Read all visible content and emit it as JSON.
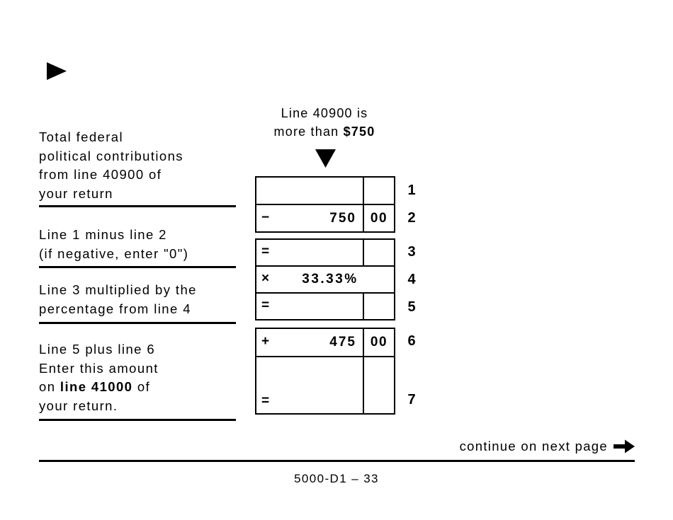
{
  "colors": {
    "ink": "#000000",
    "paper": "#ffffff"
  },
  "header": {
    "condition_line1": "Line 40900 is",
    "condition_line2_regular": "more than ",
    "condition_line2_bold": "$750"
  },
  "labels": {
    "l1": [
      "Total federal",
      "political contributions",
      "from line 40900 of",
      "your return"
    ],
    "l2": [
      "Line 1 minus line 2",
      "(if negative, enter \"0\")"
    ],
    "l3": [
      "Line 3 multiplied by the",
      "percentage from line 4"
    ],
    "l4_line1": "Line 5 plus line 6",
    "l4_line2": "Enter this amount",
    "l4_line3_pre": "on ",
    "l4_line3_bold": "line 41000",
    "l4_line3_post": " of",
    "l4_line4": "your return."
  },
  "rows": [
    {
      "num": "1",
      "op": "",
      "dollars": "",
      "cents": ""
    },
    {
      "num": "2",
      "op": "−",
      "dollars": "750",
      "cents": "00"
    },
    {
      "num": "3",
      "op": "=",
      "dollars": "",
      "cents": ""
    },
    {
      "num": "4",
      "op": "×",
      "value": "33.33%"
    },
    {
      "num": "5",
      "op": "=",
      "dollars": "",
      "cents": ""
    },
    {
      "num": "6",
      "op": "+",
      "dollars": "475",
      "cents": "00"
    },
    {
      "num": "7",
      "op": "=",
      "dollars": "",
      "cents": ""
    }
  ],
  "footer": {
    "continue_text": "continue on next page",
    "page_ref": "5000-D1 – 33"
  }
}
